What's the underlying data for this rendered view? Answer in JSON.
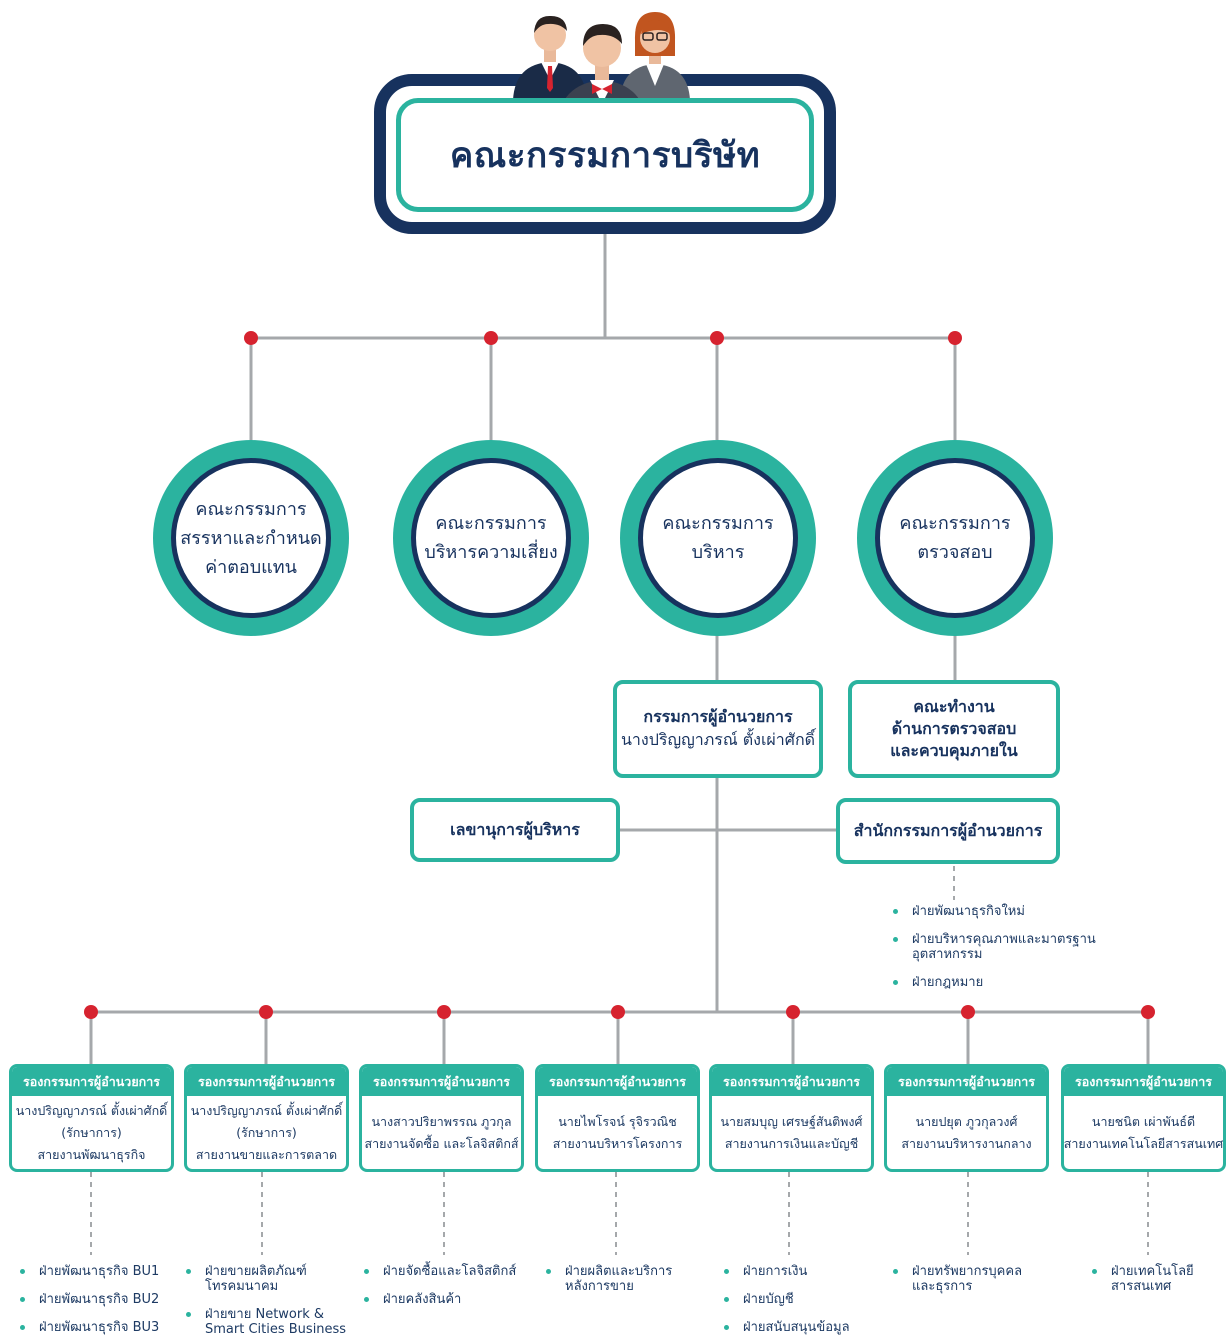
{
  "board": {
    "title": "คณะกรรมการบริษัท"
  },
  "committees": [
    {
      "label": "คณะกรรมการ\nสรรหาและกำหนด\nค่าตอบแทน"
    },
    {
      "label": "คณะกรรมการ\nบริหารความเสี่ยง"
    },
    {
      "label": "คณะกรรมการ\nบริหาร"
    },
    {
      "label": "คณะกรรมการ\nตรวจสอบ"
    }
  ],
  "ceo": {
    "title": "กรรมการผู้อำนวยการ",
    "name": "นางปริญญาภรณ์ ตั้งเผ่าศักดิ์"
  },
  "audit_workgroup": {
    "label": "คณะทำงาน\nด้านการตรวจสอบ\nและควบคุมภายใน"
  },
  "secretary": {
    "label": "เลขานุการผู้บริหาร"
  },
  "ceo_office": {
    "label": "สำนักกรรมการผู้อำนวยการ",
    "units": [
      "ฝ่ายพัฒนาธุรกิจใหม่",
      "ฝ่ายบริหารคุณภาพและมาตรฐาน\nอุตสาหกรรม",
      "ฝ่ายกฎหมาย"
    ]
  },
  "deputies": [
    {
      "header": "รองกรรมการผู้อำนวยการ",
      "lines": [
        "นางปริญญาภรณ์ ตั้งเผ่าศักดิ์",
        "(รักษาการ)",
        "สายงานพัฒนาธุรกิจ"
      ],
      "units": [
        "ฝ่ายพัฒนาธุรกิจ BU1",
        "ฝ่ายพัฒนาธุรกิจ BU2",
        "ฝ่ายพัฒนาธุรกิจ BU3"
      ]
    },
    {
      "header": "รองกรรมการผู้อำนวยการ",
      "lines": [
        "นางปริญญาภรณ์ ตั้งเผ่าศักดิ์",
        "(รักษาการ)",
        "สายงานขายและการตลาด"
      ],
      "units": [
        "ฝ่ายขายผลิตภัณฑ์\nโทรคมนาคม",
        "ฝ่ายขาย Network &\nSmart Cities Business"
      ]
    },
    {
      "header": "รองกรรมการผู้อำนวยการ",
      "lines": [
        "นางสาวปริยาพรรณ ภูวกุล",
        "สายงานจัดซื้อ และโลจิสติกส์"
      ],
      "units": [
        "ฝ่ายจัดซื้อและโลจิสติกส์",
        "ฝ่ายคลังสินค้า"
      ]
    },
    {
      "header": "รองกรรมการผู้อำนวยการ",
      "lines": [
        "นายไพโรจน์ รุจิรวณิช",
        "สายงานบริหารโครงการ"
      ],
      "units": [
        "ฝ่ายผลิตและบริการ\nหลังการขาย"
      ]
    },
    {
      "header": "รองกรรมการผู้อำนวยการ",
      "lines": [
        "นายสมบุญ เศรษฐ์สันติพงศ์",
        "สายงานการเงินและบัญชี"
      ],
      "units": [
        "ฝ่ายการเงิน",
        "ฝ่ายบัญชี",
        "ฝ่ายสนับสนุนข้อมูล"
      ]
    },
    {
      "header": "รองกรรมการผู้อำนวยการ",
      "lines": [
        "นายปยุต ภูวกุลวงศ์",
        "สายงานบริหารงานกลาง"
      ],
      "units": [
        "ฝ่ายทรัพยากรบุคคล\nและธุรการ"
      ]
    },
    {
      "header": "รองกรรมการผู้อำนวยการ",
      "lines": [
        "นายชนิต เผ่าพันธ์ดี",
        "สายงานเทคโนโลยีสารสนเทศ"
      ],
      "units": [
        "ฝ่ายเทคโนโลยี\nสารสนเทศ"
      ]
    }
  ]
}
